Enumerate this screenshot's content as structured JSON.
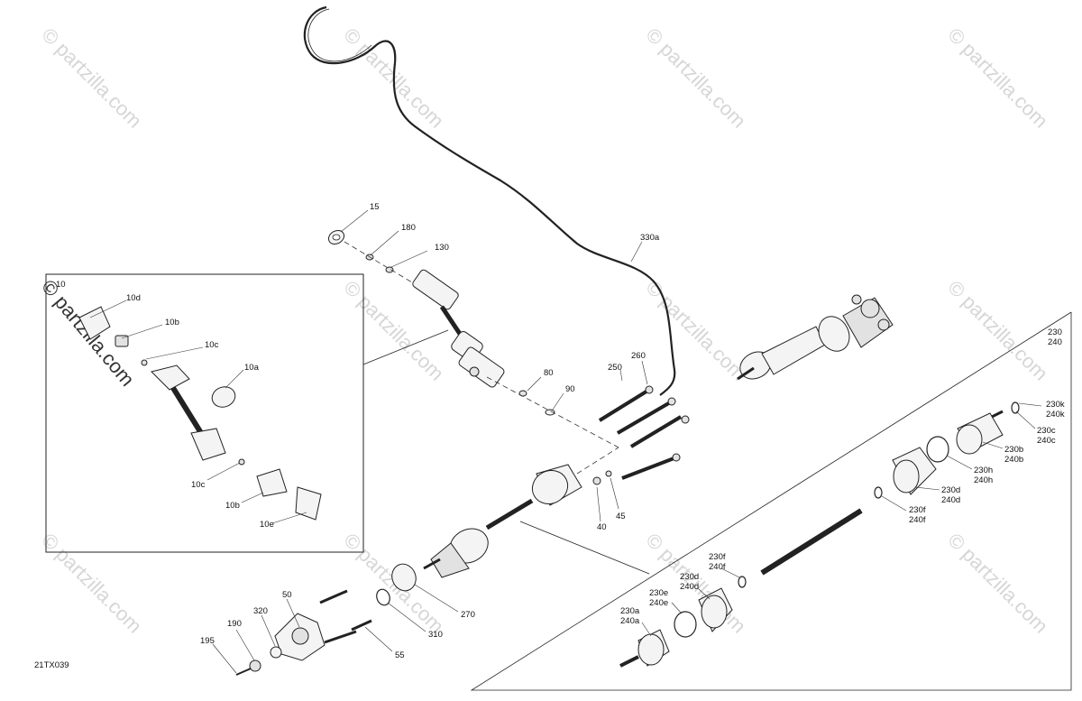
{
  "diagram_id": "21TX039",
  "watermark": "© partzilla.com",
  "callouts": {
    "p15": "15",
    "p180": "180",
    "p130": "130",
    "p330a": "330a",
    "p10": "10",
    "p10d": "10d",
    "p10b": "10b",
    "p10c": "10c",
    "p10a": "10a",
    "p10c2": "10c",
    "p10b2": "10b",
    "p10e": "10e",
    "p80": "80",
    "p90": "90",
    "p250": "250",
    "p260": "260",
    "p40": "40",
    "p45": "45",
    "p230": "230",
    "p240": "240",
    "p230k": "230k",
    "p240k": "240k",
    "p230c": "230c",
    "p240c": "240c",
    "p230b": "230b",
    "p240b": "240b",
    "p230h": "230h",
    "p240h": "240h",
    "p230d": "230d",
    "p240d": "240d",
    "p230f": "230f",
    "p240f": "240f",
    "p230f2": "230f",
    "p240f2": "240f",
    "p230d2": "230d",
    "p240d2": "240d",
    "p230e": "230e",
    "p240e": "240e",
    "p230a": "230a",
    "p240a": "240a",
    "p50": "50",
    "p320": "320",
    "p190": "190",
    "p195": "195",
    "p270": "270",
    "p310": "310",
    "p55": "55"
  }
}
